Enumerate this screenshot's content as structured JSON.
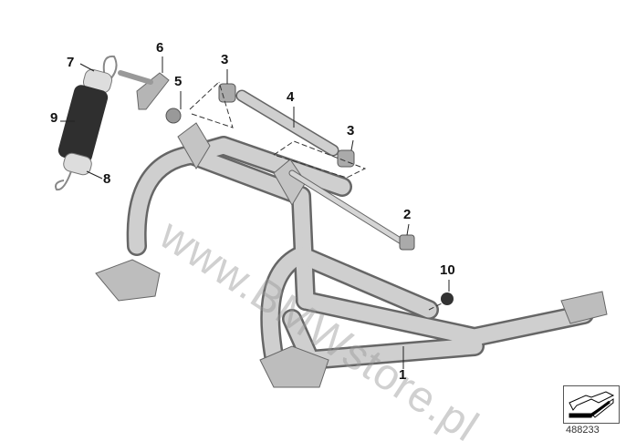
{
  "diagram": {
    "callouts": [
      {
        "id": "7",
        "label": "7"
      },
      {
        "id": "6",
        "label": "6"
      },
      {
        "id": "3a",
        "label": "3"
      },
      {
        "id": "5",
        "label": "5"
      },
      {
        "id": "4",
        "label": "4"
      },
      {
        "id": "9",
        "label": "9"
      },
      {
        "id": "8",
        "label": "8"
      },
      {
        "id": "3b",
        "label": "3"
      },
      {
        "id": "2",
        "label": "2"
      },
      {
        "id": "10",
        "label": "10"
      },
      {
        "id": "1",
        "label": "1"
      }
    ],
    "watermark": "www.BMWstore.pl",
    "reference_number": "488233",
    "colors": {
      "part": "#c9c9c9",
      "outline": "#555555",
      "spring": "#3a3a3a"
    }
  }
}
